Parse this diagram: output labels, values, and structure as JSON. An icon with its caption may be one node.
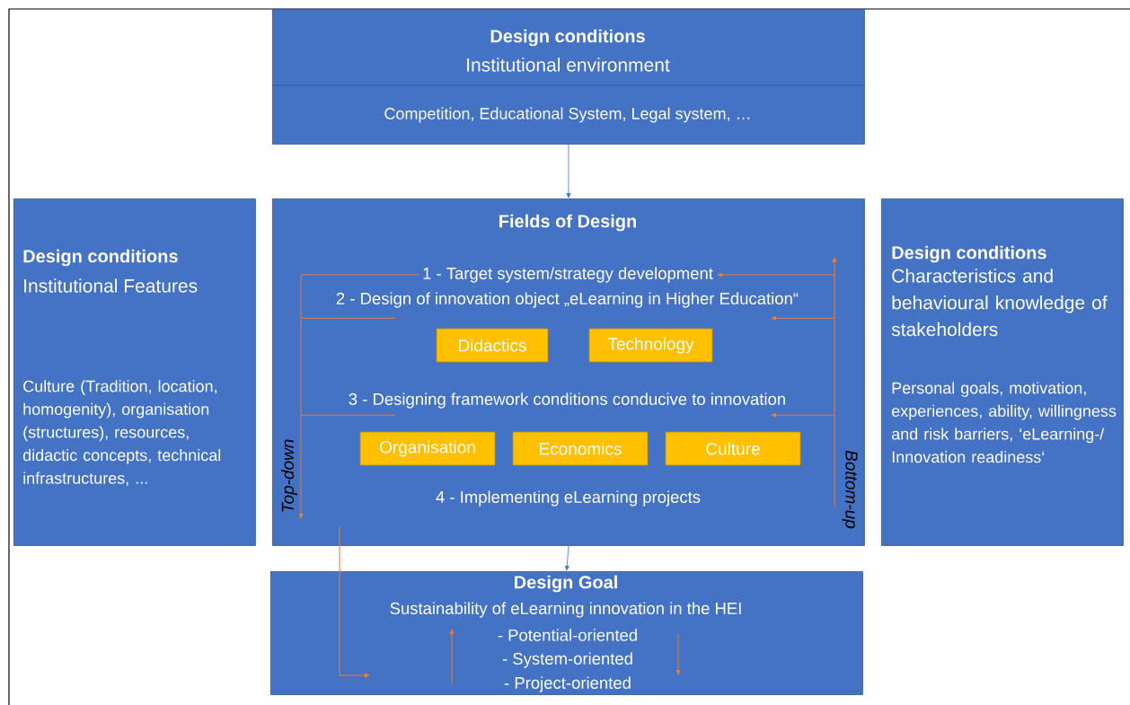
{
  "diagram": {
    "nodes": [
      {
        "text": [
          "Design conditions",
          "Institutional environment",
          "Competition, Educational System, Legal system, …"
        ]
      },
      {
        "text": [
          "Design conditions",
          "Institutional Features",
          "Culture (Tradition, location, homogenity), organisation (structures), resources, didactic concepts, technical infrastructures, ..."
        ]
      },
      {
        "text": [
          "Fields of Design"
        ]
      },
      {
        "text": [
          "1 - Target system/strategy development"
        ],
        "in": 2
      },
      {
        "text": [
          "2 - Design of innovation object „eLearning in Higher Education“"
        ],
        "in": 2
      },
      {
        "text": [
          "Didactics"
        ],
        "in": 2
      },
      {
        "text": [
          "Technology"
        ],
        "in": 2
      },
      {
        "text": [
          "3 - Designing framework conditions conducive to innovation"
        ],
        "in": 2
      },
      {
        "text": [
          "Organisation"
        ],
        "in": 2
      },
      {
        "text": [
          "Economics"
        ],
        "in": 2
      },
      {
        "text": [
          "Culture"
        ],
        "in": 2
      },
      {
        "text": [
          "4 - Implementing eLearning projects"
        ],
        "in": 2
      },
      {
        "text": [
          "Design conditions",
          "Characteristics and behavioural knowledge of stakeholders",
          "Personal goals, motivation, experiences, ability, willingness and risk barriers, ‘eLearning-/ Innovation readiness‘"
        ]
      },
      {
        "text": [
          "Design Goal",
          "Sustainability of eLearning innovation in the HEI",
          "- Potential-oriented",
          "- System-oriented",
          "- Project-oriented"
        ]
      }
    ],
    "edges": [
      {
        "from": 0,
        "to": 2,
        "arrow": "to",
        "color": "#4472c4"
      },
      {
        "from": 2,
        "to": 13,
        "arrow": "to",
        "color": "#4472c4"
      },
      {
        "from": 2,
        "to": 13,
        "arrow": "to"
      },
      {
        "from": null,
        "to": 3,
        "arrow": "to"
      },
      {
        "from": null,
        "to": 4,
        "arrow": "to"
      },
      {
        "from": null,
        "to": 7,
        "arrow": "to"
      },
      {
        "from": 3,
        "to": null,
        "arrow": "none"
      },
      {
        "from": 4,
        "to": null,
        "arrow": "none"
      },
      {
        "from": 7,
        "to": null,
        "arrow": "none"
      }
    ],
    "labels": [
      "Top-down",
      "Bottom-up"
    ]
  }
}
